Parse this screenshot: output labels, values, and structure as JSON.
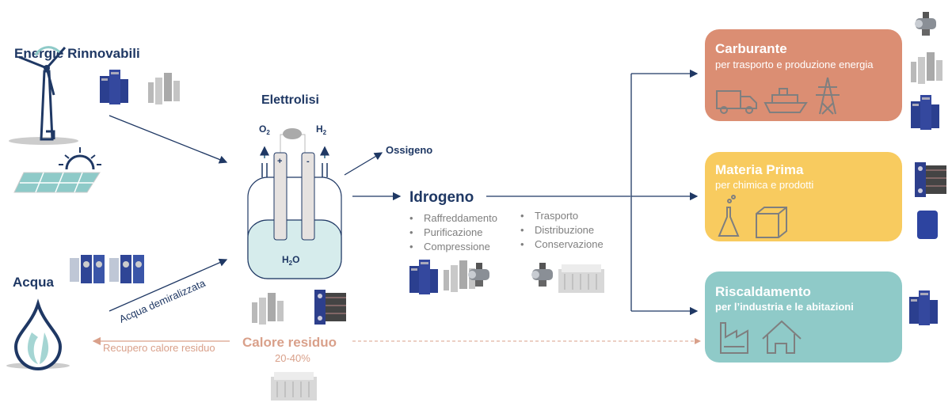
{
  "sources": {
    "renewables_title": "Energie Rinnovabili",
    "water_title": "Acqua",
    "demin_label": "Acqua demiralizzata",
    "recovery_label": "Recupero calore residuo"
  },
  "electrolysis": {
    "title": "Elettrolisi",
    "o2": "O",
    "o2_sub": "2",
    "h2": "H",
    "h2_sub": "2",
    "water": "H",
    "water_sub": "2",
    "water_tail": "O",
    "plus": "+",
    "minus": "-"
  },
  "oxygen": {
    "label": "Ossigeno"
  },
  "hydrogen": {
    "label": "Idrogeno",
    "process_list": [
      "Raffreddamento",
      "Purificazione",
      "Compressione"
    ],
    "logistics_list": [
      "Trasporto",
      "Distribuzione",
      "Conservazione"
    ]
  },
  "waste_heat": {
    "label": "Calore residuo",
    "share": "20-40%"
  },
  "uses": [
    {
      "title": "Carburante",
      "subtitle": "per trasporto e produzione energia",
      "color": "#DB8E73",
      "icons": [
        "truck-icon",
        "ship-icon",
        "power-pylon-icon"
      ]
    },
    {
      "title": "Materia Prima",
      "subtitle": "per chimica e prodotti",
      "color": "#F8CB5F",
      "icons": [
        "flask-icon",
        "box-icon"
      ]
    },
    {
      "title": "Riscaldamento",
      "subtitle": "per l’industria e le abitazioni",
      "color": "#8FCAC8",
      "icons": [
        "factory-icon",
        "house-icon"
      ]
    }
  ],
  "colors": {
    "navy": "#1F3864",
    "heat": "#D9A08A",
    "water": "#D6ECEC"
  }
}
